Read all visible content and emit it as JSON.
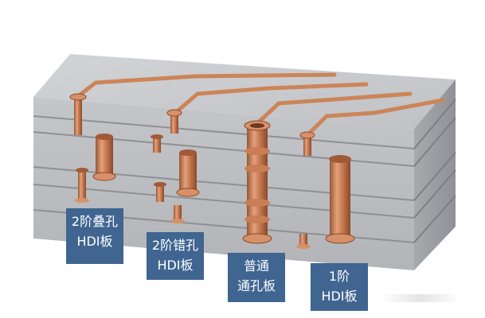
{
  "labels": {
    "stacked_2": {
      "line1": "2阶叠孔",
      "line2": "HDI板"
    },
    "staggered_2": {
      "line1": "2阶错孔",
      "line2": "HDI板"
    },
    "through_hole": {
      "line1": "普通",
      "line2": "通孔板"
    },
    "level_1": {
      "line1": "1阶",
      "line2": "HDI板"
    }
  },
  "colors": {
    "board_top": "#c3c5c8",
    "board_front": "#b9bbbe",
    "board_side": "#9c9ea2",
    "copper": "#c9825a",
    "copper_dark": "#8a4a2a",
    "label_bg": "#3f6590",
    "label_text": "#ffffff"
  }
}
